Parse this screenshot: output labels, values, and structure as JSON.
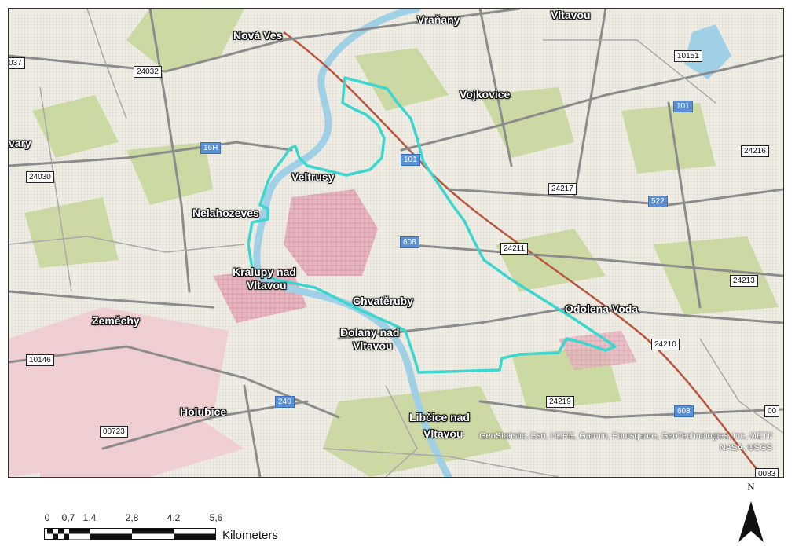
{
  "places": [
    {
      "id": "nova-ves",
      "text": "Nová Ves"
    },
    {
      "id": "vranany",
      "text": "Vraňany"
    },
    {
      "id": "vltavou-top",
      "text": "Vltavou"
    },
    {
      "id": "vojkovice",
      "text": "Vojkovice"
    },
    {
      "id": "varky",
      "text": "vary"
    },
    {
      "id": "veltrusy",
      "text": "Veltrusy"
    },
    {
      "id": "nelahozeves",
      "text": "Nelahozeves"
    },
    {
      "id": "kralupy-1",
      "text": "Kralupy nad"
    },
    {
      "id": "kralupy-2",
      "text": "Vltavou"
    },
    {
      "id": "chvateruby",
      "text": "Chvatěruby"
    },
    {
      "id": "odolena",
      "text": "Odolena Voda"
    },
    {
      "id": "zemechy",
      "text": "Zeměchy"
    },
    {
      "id": "dolany-1",
      "text": "Dolany nad"
    },
    {
      "id": "dolany-2",
      "text": "Vltavou"
    },
    {
      "id": "holubice",
      "text": "Holubice"
    },
    {
      "id": "libcice-1",
      "text": "Libčice nad"
    },
    {
      "id": "libcice-2",
      "text": "Vltavou"
    }
  ],
  "road_labels": [
    {
      "id": "r037",
      "text": "037",
      "style": "white"
    },
    {
      "id": "r24032",
      "text": "24032",
      "style": "white"
    },
    {
      "id": "r10151",
      "text": "10151",
      "style": "white"
    },
    {
      "id": "r101a",
      "text": "101",
      "style": "blue"
    },
    {
      "id": "r16h",
      "text": "16H",
      "style": "blue"
    },
    {
      "id": "r101b",
      "text": "101",
      "style": "blue"
    },
    {
      "id": "r24216",
      "text": "24216",
      "style": "white"
    },
    {
      "id": "r24030",
      "text": "24030",
      "style": "white"
    },
    {
      "id": "r24217",
      "text": "24217",
      "style": "white"
    },
    {
      "id": "r522",
      "text": "522",
      "style": "blue"
    },
    {
      "id": "r608a",
      "text": "608",
      "style": "blue"
    },
    {
      "id": "r24211",
      "text": "24211",
      "style": "white"
    },
    {
      "id": "r24213",
      "text": "24213",
      "style": "white"
    },
    {
      "id": "r24210",
      "text": "24210",
      "style": "white"
    },
    {
      "id": "r10146",
      "text": "10146",
      "style": "white"
    },
    {
      "id": "r240",
      "text": "240",
      "style": "blue"
    },
    {
      "id": "r24219",
      "text": "24219",
      "style": "white"
    },
    {
      "id": "r608b",
      "text": "608",
      "style": "blue"
    },
    {
      "id": "r00723",
      "text": "00723",
      "style": "white"
    },
    {
      "id": "r00",
      "text": "00",
      "style": "white"
    },
    {
      "id": "r0083",
      "text": "0083",
      "style": "white"
    }
  ],
  "attribution": {
    "line1": "GeoStatistic, Esri, HERE, Garmin, Foursquare, GeoTechnologies, Inc, METI/",
    "line2": "NASA, USGS"
  },
  "scale": {
    "labels": [
      "0",
      "0,7",
      "1,4",
      "2,8",
      "4,2",
      "5,6"
    ],
    "unit": "Kilometers"
  },
  "north": {
    "letter": "N"
  },
  "colors": {
    "boundary": "#3ad6cf",
    "river": "#9fd3e8",
    "urban": "#e8b8c4",
    "forest": "#c9d7a1",
    "road_major": "#8a8a8a",
    "railway": "#b3402a"
  }
}
